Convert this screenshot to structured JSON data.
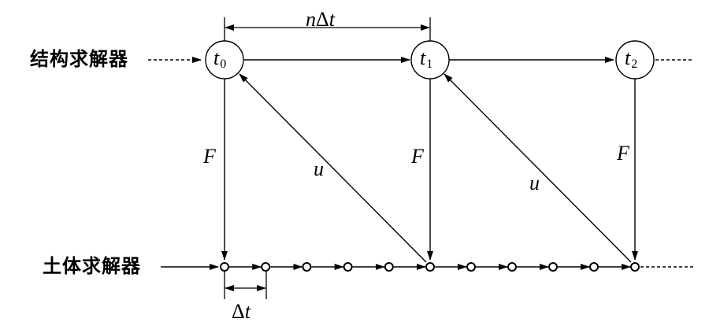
{
  "structure_solver": {
    "label": "结构求解器",
    "nodes": [
      {
        "symbol": "t",
        "subscript": "0"
      },
      {
        "symbol": "t",
        "subscript": "1"
      },
      {
        "symbol": "t",
        "subscript": "2"
      }
    ]
  },
  "soil_solver": {
    "label": "土体求解器",
    "substep_count_per_interval": 5
  },
  "exchange": {
    "force_label": "F",
    "displacement_label": "u"
  },
  "intervals": {
    "coarse_prefix": "n",
    "coarse_suffix": "Δt",
    "fine_label": "Δt"
  },
  "colors": {
    "stroke": "#000000",
    "background": "#ffffff"
  }
}
